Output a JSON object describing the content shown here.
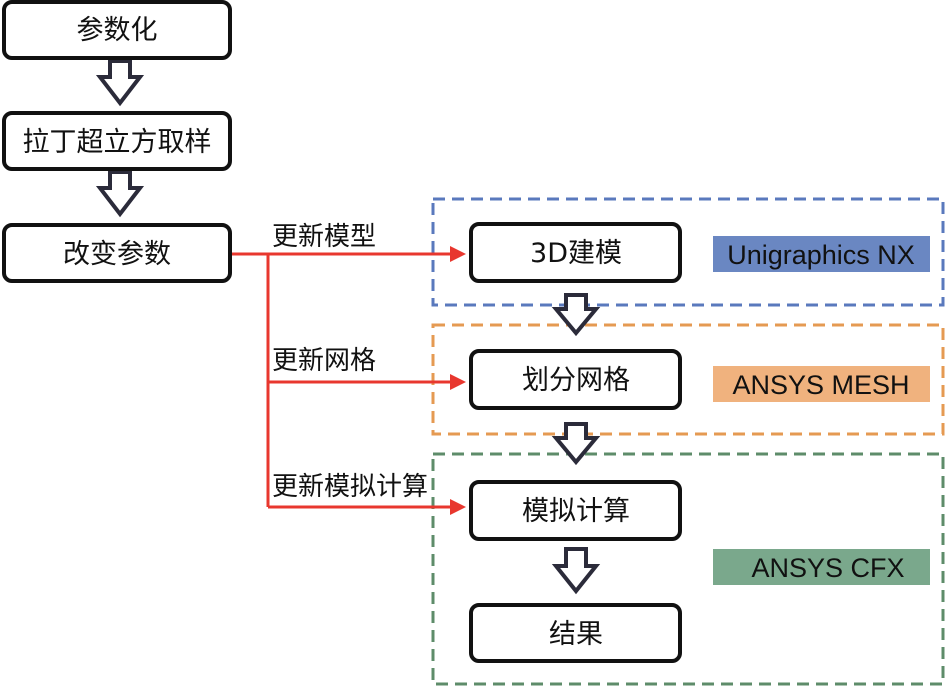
{
  "nodes": {
    "parameterize": "参数化",
    "lhs_sampling": "拉丁超立方取样",
    "change_params": "改变参数",
    "modeling_3d": "3D建模",
    "meshing": "划分网格",
    "simulation": "模拟计算",
    "result": "结果"
  },
  "edge_labels": {
    "update_model": "更新模型",
    "update_mesh": "更新网格",
    "update_simulation": "更新模拟计算"
  },
  "tools": {
    "nx": {
      "label": "Unigraphics NX",
      "color": "#6a87c2"
    },
    "mesh": {
      "label": "ANSYS MESH",
      "color": "#f0b27e"
    },
    "cfx": {
      "label": "ANSYS CFX",
      "color": "#7aa88c"
    }
  },
  "colors": {
    "nx_border": "#5a79bd",
    "mesh_border": "#e59a52",
    "cfx_border": "#5e8c6a",
    "red_arrow": "#e8372e"
  }
}
